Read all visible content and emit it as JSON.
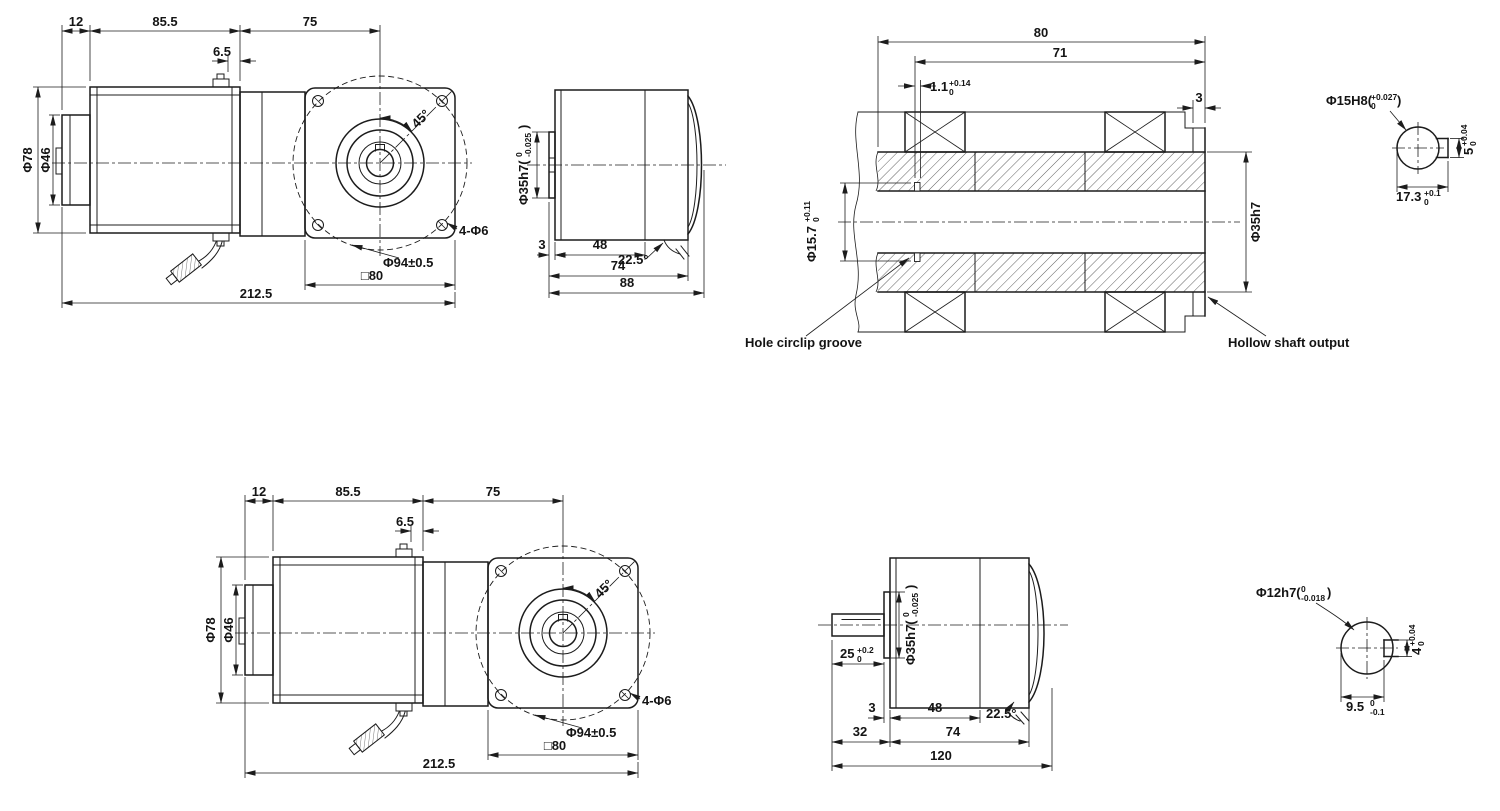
{
  "drawing": {
    "bg": "#ffffff",
    "ink": "#1c1c1c"
  },
  "hollow_assembly": {
    "d12": "12",
    "d85_5": "85.5",
    "d75": "75",
    "d6_5": "6.5",
    "phi78": "Φ78",
    "phi46": "Φ46",
    "deg45": "45°",
    "holes": "4-Φ6",
    "phi94": "Φ94±0.5",
    "sq80": "□80",
    "d212_5": "212.5"
  },
  "hollow_side": {
    "phi35_base": "Φ35h7(",
    "phi35_up": "0",
    "phi35_lo": "-0.025",
    "phi35_close": ")",
    "d3": "3",
    "d48": "48",
    "d74": "74",
    "d88": "88",
    "deg22_5": "22.5°"
  },
  "hollow_section": {
    "d80": "80",
    "d71": "71",
    "d1_1_base": "1.1",
    "d1_1_up": "+0.14",
    "d1_1_lo": "0",
    "d3": "3",
    "phi15_7_base": "Φ15.7",
    "phi15_7_up": "+0.11",
    "phi15_7_lo": "0",
    "phi35h7": "Φ35h7",
    "circlip_label": "Hole circlip groove",
    "output_label": "Hollow shaft output"
  },
  "bore_detail": {
    "phi15h8_base": "Φ15H8(",
    "phi15h8_up": "+0.027",
    "phi15h8_lo": "0",
    "phi15h8_close": ")",
    "d17_3_base": "17.3",
    "d17_3_up": "+0.1",
    "d17_3_lo": "0",
    "d5_base": "5",
    "d5_up": "+0.04",
    "d5_lo": "0"
  },
  "solid_assembly": {
    "d12": "12",
    "d85_5": "85.5",
    "d75": "75",
    "d6_5": "6.5",
    "phi78": "Φ78",
    "phi46": "Φ46",
    "deg45": "45°",
    "holes": "4-Φ6",
    "phi94": "Φ94±0.5",
    "sq80": "□80",
    "d212_5": "212.5"
  },
  "solid_side": {
    "d25_base": "25",
    "d25_up": "+0.2",
    "d25_lo": "0",
    "phi35_base": "Φ35h7(",
    "phi35_up": "0",
    "phi35_lo": "-0.025",
    "phi35_close": ")",
    "d3": "3",
    "d48": "48",
    "deg22_5": "22.5°",
    "d32": "32",
    "d74": "74",
    "d120": "120"
  },
  "shaft_detail": {
    "phi12h7_base": "Φ12h7(",
    "phi12h7_up": "0",
    "phi12h7_lo": "-0.018",
    "phi12h7_close": ")",
    "d4_base": "4",
    "d4_up": "+0.04",
    "d4_lo": "0",
    "d9_5_base": "9.5",
    "d9_5_up": "0",
    "d9_5_lo": "-0.1"
  }
}
